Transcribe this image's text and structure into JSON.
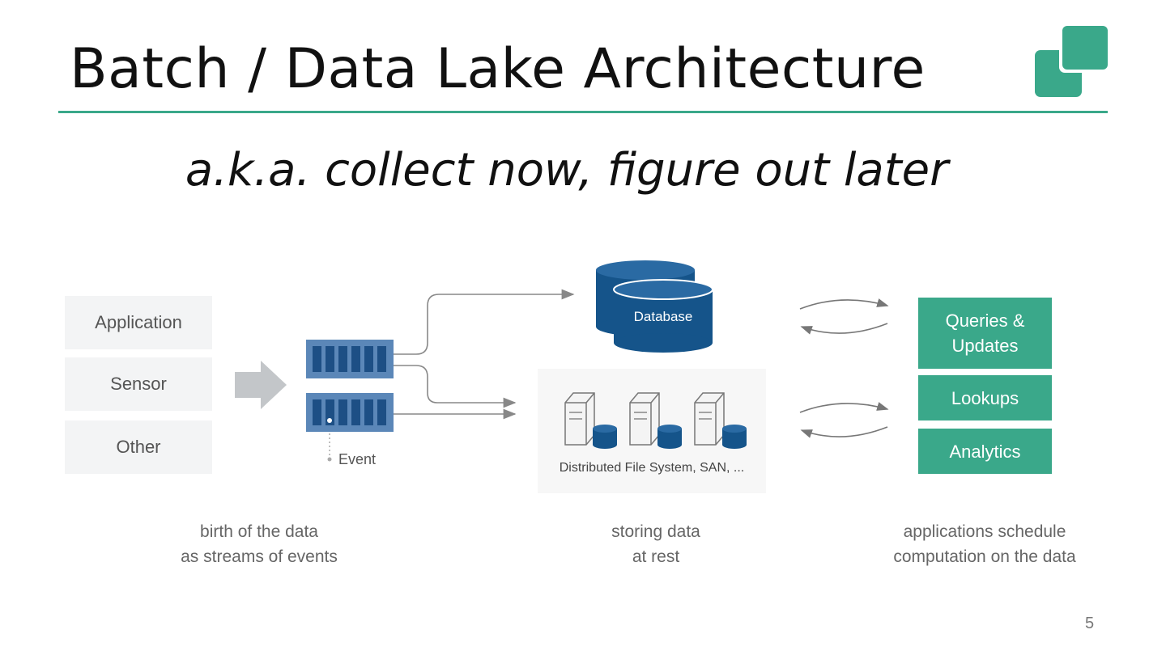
{
  "slide": {
    "title": "Batch / Data Lake Architecture",
    "subtitle": "a.k.a. collect now, figure out later",
    "page_number": "5"
  },
  "colors": {
    "accent": "#3aa88a",
    "database": "#15548a",
    "queue": "#5b87b8",
    "source_bg": "#f3f4f5"
  },
  "sources": [
    "Application",
    "Sensor",
    "Other"
  ],
  "event_label": "Event",
  "database_label": "Database",
  "filesystem_label": "Distributed File System, SAN, ...",
  "apps": [
    "Queries &\nUpdates",
    "Lookups",
    "Analytics"
  ],
  "captions": {
    "birth": "birth of the data\nas streams of events",
    "storing": "storing data\nat rest",
    "applications": "applications schedule\ncomputation on the data"
  },
  "icons": [
    "logo-squares-icon",
    "big-arrow-icon",
    "event-queue-icon",
    "database-icon",
    "server-icon",
    "cycle-arrows-icon"
  ]
}
